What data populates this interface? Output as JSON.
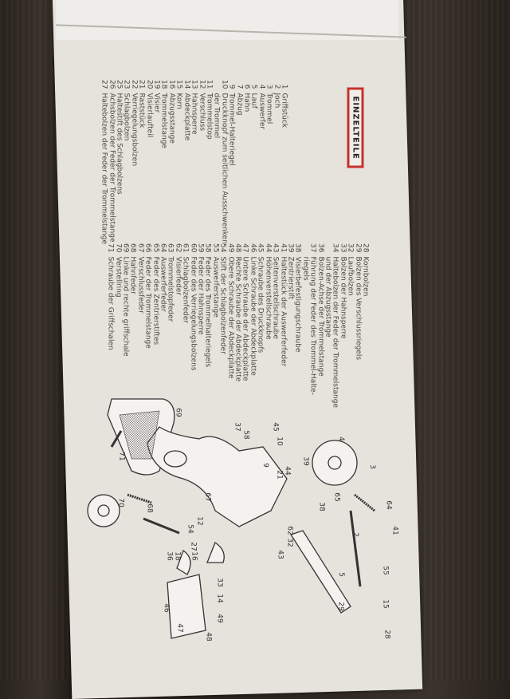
{
  "title": "EINZELTEILE",
  "parts_col1": [
    {
      "n": "1",
      "t": "Griffstück"
    },
    {
      "n": "2",
      "t": "Joch"
    },
    {
      "n": "3",
      "t": "Trommel"
    },
    {
      "n": "4",
      "t": "Auswerfer"
    },
    {
      "n": "5",
      "t": "Lauf"
    },
    {
      "n": "6",
      "t": "Hahn"
    },
    {
      "n": "7",
      "t": "Abzug"
    },
    {
      "n": "9",
      "t": "Trommel-Halteriegel"
    },
    {
      "n": "10",
      "t": "Druckknopf zum seitlichen Ausschwenken",
      "t2": "der Trommel"
    },
    {
      "n": "11",
      "t": "Trommelstop"
    },
    {
      "n": "12",
      "t": "Verschluss"
    },
    {
      "n": "13",
      "t": "Hahnsperre"
    },
    {
      "n": "14",
      "t": "Abdeckplatte"
    },
    {
      "n": "15",
      "t": "Korn"
    },
    {
      "n": "16",
      "t": "Abzugsstange"
    },
    {
      "n": "18",
      "t": "Trommelstange"
    },
    {
      "n": "19",
      "t": "Visier"
    },
    {
      "n": "20",
      "t": "Visierlaufteil"
    },
    {
      "n": "21",
      "t": "Raststück"
    },
    {
      "n": "22",
      "t": "Verriegelungsbolzen"
    },
    {
      "n": "23",
      "t": "Schlagbolzen"
    },
    {
      "n": "25",
      "t": "Haltestift des Schlagbolzens"
    },
    {
      "n": "26",
      "t": "Achsbolzen der Feder der Trommelstange"
    },
    {
      "n": "27",
      "t": "Haltebolzen der Feder der Trommelstange"
    }
  ],
  "parts_col2": [
    {
      "n": "28",
      "t": "Kornbolzen"
    },
    {
      "n": "29",
      "t": "Bolzen des Verschlussriegels"
    },
    {
      "n": "32",
      "t": "Laufbolzen"
    },
    {
      "n": "33",
      "t": "Bolzen der Hahnsperre"
    },
    {
      "n": "34",
      "t": "Haltebolzen der Feder der Trommelstange",
      "t2": "und der Abzugsstange"
    },
    {
      "n": "36",
      "t": "Bolzen-Achse der Trommelstange"
    },
    {
      "n": "37",
      "t": "Führung der Feder des Trommel-Halte-",
      "t2": "riegels"
    },
    {
      "n": "38",
      "t": "Visierbefestigungschraube"
    },
    {
      "n": "39",
      "t": "Zentrierstift"
    },
    {
      "n": "41",
      "t": "Haltestück der Auswerferfeder"
    },
    {
      "n": "43",
      "t": "Seitenverstellschraube"
    },
    {
      "n": "44",
      "t": "Höhenverstellschraube"
    },
    {
      "n": "45",
      "t": "Schraube des Druckknopfs"
    },
    {
      "n": "46",
      "t": "Linke Schraube der Abdeckplatte"
    },
    {
      "n": "47",
      "t": "Untere Schraube der Abdeckplatte"
    },
    {
      "n": "48",
      "t": "Rechte Schraube der Abdeckplatte"
    },
    {
      "n": "49",
      "t": "Obere Schraube der Abdeckplatte"
    },
    {
      "n": "54",
      "t": "Stift der Schlagbolzenfeder"
    },
    {
      "n": "55",
      "t": "Auswerferstange"
    },
    {
      "n": "58",
      "t": "Feder des Trommelhalteriegels"
    },
    {
      "n": "59",
      "t": "Feder der Hahnsperre"
    },
    {
      "n": "60",
      "t": "Feder des Verriegelungsbolzens"
    },
    {
      "n": "61",
      "t": "Schlagbolzenfeder"
    },
    {
      "n": "62",
      "t": "Visierfeder"
    },
    {
      "n": "63",
      "t": "Trommelstopfeder"
    },
    {
      "n": "64",
      "t": "Auswerferfeder"
    },
    {
      "n": "65",
      "t": "Feder des Zentrierstiftes"
    },
    {
      "n": "66",
      "t": "Feder der Trommelstange"
    },
    {
      "n": "67",
      "t": "Verschlussfeder"
    },
    {
      "n": "68",
      "t": "Hahnfeder"
    },
    {
      "n": "69",
      "t": "Linke und rechte griffschale"
    },
    {
      "n": "70",
      "t": "Verstellring"
    },
    {
      "n": "71",
      "t": "Schraube der Griffschalen"
    }
  ],
  "diagram_labels": [
    "69",
    "71",
    "70",
    "68",
    "54",
    "12",
    "67",
    "3",
    "4",
    "64",
    "41",
    "55",
    "15",
    "28",
    "29",
    "5",
    "2",
    "49",
    "48",
    "46",
    "47",
    "36",
    "18",
    "16",
    "27",
    "33",
    "14",
    "10",
    "45",
    "37",
    "58",
    "39",
    "65",
    "38",
    "43",
    "62",
    "32",
    "9",
    "44",
    "21"
  ],
  "accent_color": "#c8312b"
}
